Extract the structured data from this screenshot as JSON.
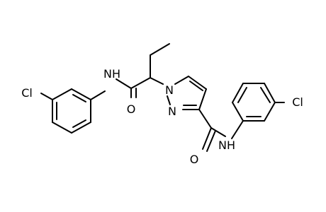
{
  "molecule": {
    "atoms": {
      "cl_left": "Cl",
      "nh_left": "NH",
      "o_left": "O",
      "n_pyrazole_1": "N",
      "n_pyrazole_2": "N",
      "o_right": "O",
      "nh_right": "NH",
      "cl_right": "Cl"
    }
  }
}
